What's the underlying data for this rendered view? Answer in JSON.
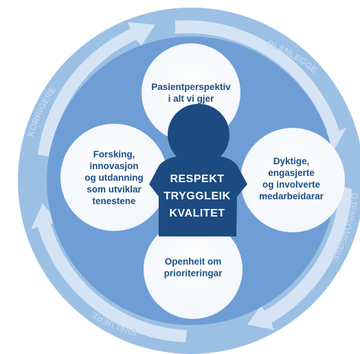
{
  "cycle": {
    "planlegge": "PLANLEGGE",
    "gjennomfore": "GJENNOMFØRE",
    "evaluere": "EVALUERE",
    "korrigere": "KORRIGERE"
  },
  "circles": {
    "top": [
      "Pasientperspektiv",
      "i alt vi gjer"
    ],
    "right": [
      "Dyktige,",
      "engasjerte",
      "og involverte",
      "medarbeidarar"
    ],
    "bottom": [
      "Openheit om",
      "prioriteringar"
    ],
    "left": [
      "Forsking,",
      "innovasjon",
      "og utdanning",
      "som utviklar",
      "tenestene"
    ]
  },
  "core": {
    "line1": "RESPEKT",
    "line2": "TRYGGLEIK",
    "line3": "KVALITET"
  },
  "colors": {
    "outer_ring": "#9cc0e4",
    "inner_disc": "#6f9ed6",
    "arrow": "#dbe8f6",
    "cycle_text": "#bfd5ee",
    "figure": "#1c4b82",
    "circle_text": "#1d4e84"
  }
}
